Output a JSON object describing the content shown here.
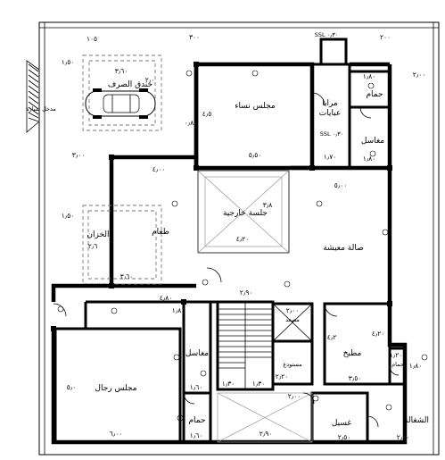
{
  "rooms": {
    "majlis_nisa": "مجلس نساء",
    "khandaq": "خندق الصرف",
    "hammam_top": "حمام",
    "maraya": "مرايا",
    "ibayat": "عبايات",
    "maghasil_top": "مغاسل",
    "jalsa": "جلسة خارجية",
    "tabkh_left": "طعام",
    "khazzan": "الخزان",
    "sala": "صالة معيشة",
    "matbakh": "مطبخ",
    "maseed": "مصعد",
    "mustawdaa": "مستودع",
    "maghasil_bottom": "مغاسل",
    "majlis_rijal": "مجلس رجال",
    "hammam_bottom": "حمام",
    "ghaseel": "غسيل",
    "hammam_right": "حمام",
    "shaghala": "الشغالة",
    "car_entry": "مدخل سيارة"
  },
  "dimensions": {
    "d_top_left": "١٠٥",
    "d_top_mid": "٣٠٠",
    "d_top_right": "٢٠٠",
    "d_left_150_a": "١٫٥٠",
    "d_left_300": "٣٫٠٠",
    "d_left_150_b": "١٫٥٠",
    "d_khandaq_w": "٣٫٦٠",
    "d_khandaq_h": "٢٫٠",
    "d_nisa_h": "٤٫٥",
    "d_nisa_w": "٥٫٥٠",
    "d_nisa_side": "٠٫٨٠",
    "d_maraya": "١٫٧٠",
    "d_180_a": "١٫٨٠",
    "d_180_b": "١٫٨٠",
    "d_200_right": "٢٫٠٠",
    "d_tabkh_w": "٤٫٠٠",
    "d_tabkh_h": "٣٫٦٠",
    "d_khazzan_h": "٢٫٦",
    "d_jalsa_w": "٤٫٢٠",
    "d_jalsa_h": "٣٫٨",
    "d_sala_w": "٥٫٠٠",
    "d_sala_h": "٤٫٢٠",
    "d_stair_top": "٢٫٩٠",
    "d_stair_bot": "٢٫٩٠",
    "d_stair_l": "١٫٣٠",
    "d_stair_r": "١٫٣٠",
    "d_180_c": "١٫٨٠",
    "d_480": "٤٫٨٠",
    "d_160_a": "١٫٦٠",
    "d_160_b": "١٫٦٠",
    "d_maseed": "٢٫٠٠",
    "d_mustawdaa": "٢٫٢٠",
    "d_matbakh_w": "٣٫٥٠",
    "d_matbakh_h": "٤٫٢",
    "d_rijal_w": "٦٫٠٠",
    "d_rijal_h": "٥٫٠",
    "d_ghaseel": "٢٫٥٠",
    "d_shaghala": "٢٫٨٠",
    "d_180_d": "١٫٨٠",
    "d_120": "١٫٢٠",
    "d_200_bot": "٢٫٠٠",
    "d_ssl_top": "SSL ٠٫٣٠",
    "d_ssl_mid": "SSL ٠٫٣٠"
  }
}
